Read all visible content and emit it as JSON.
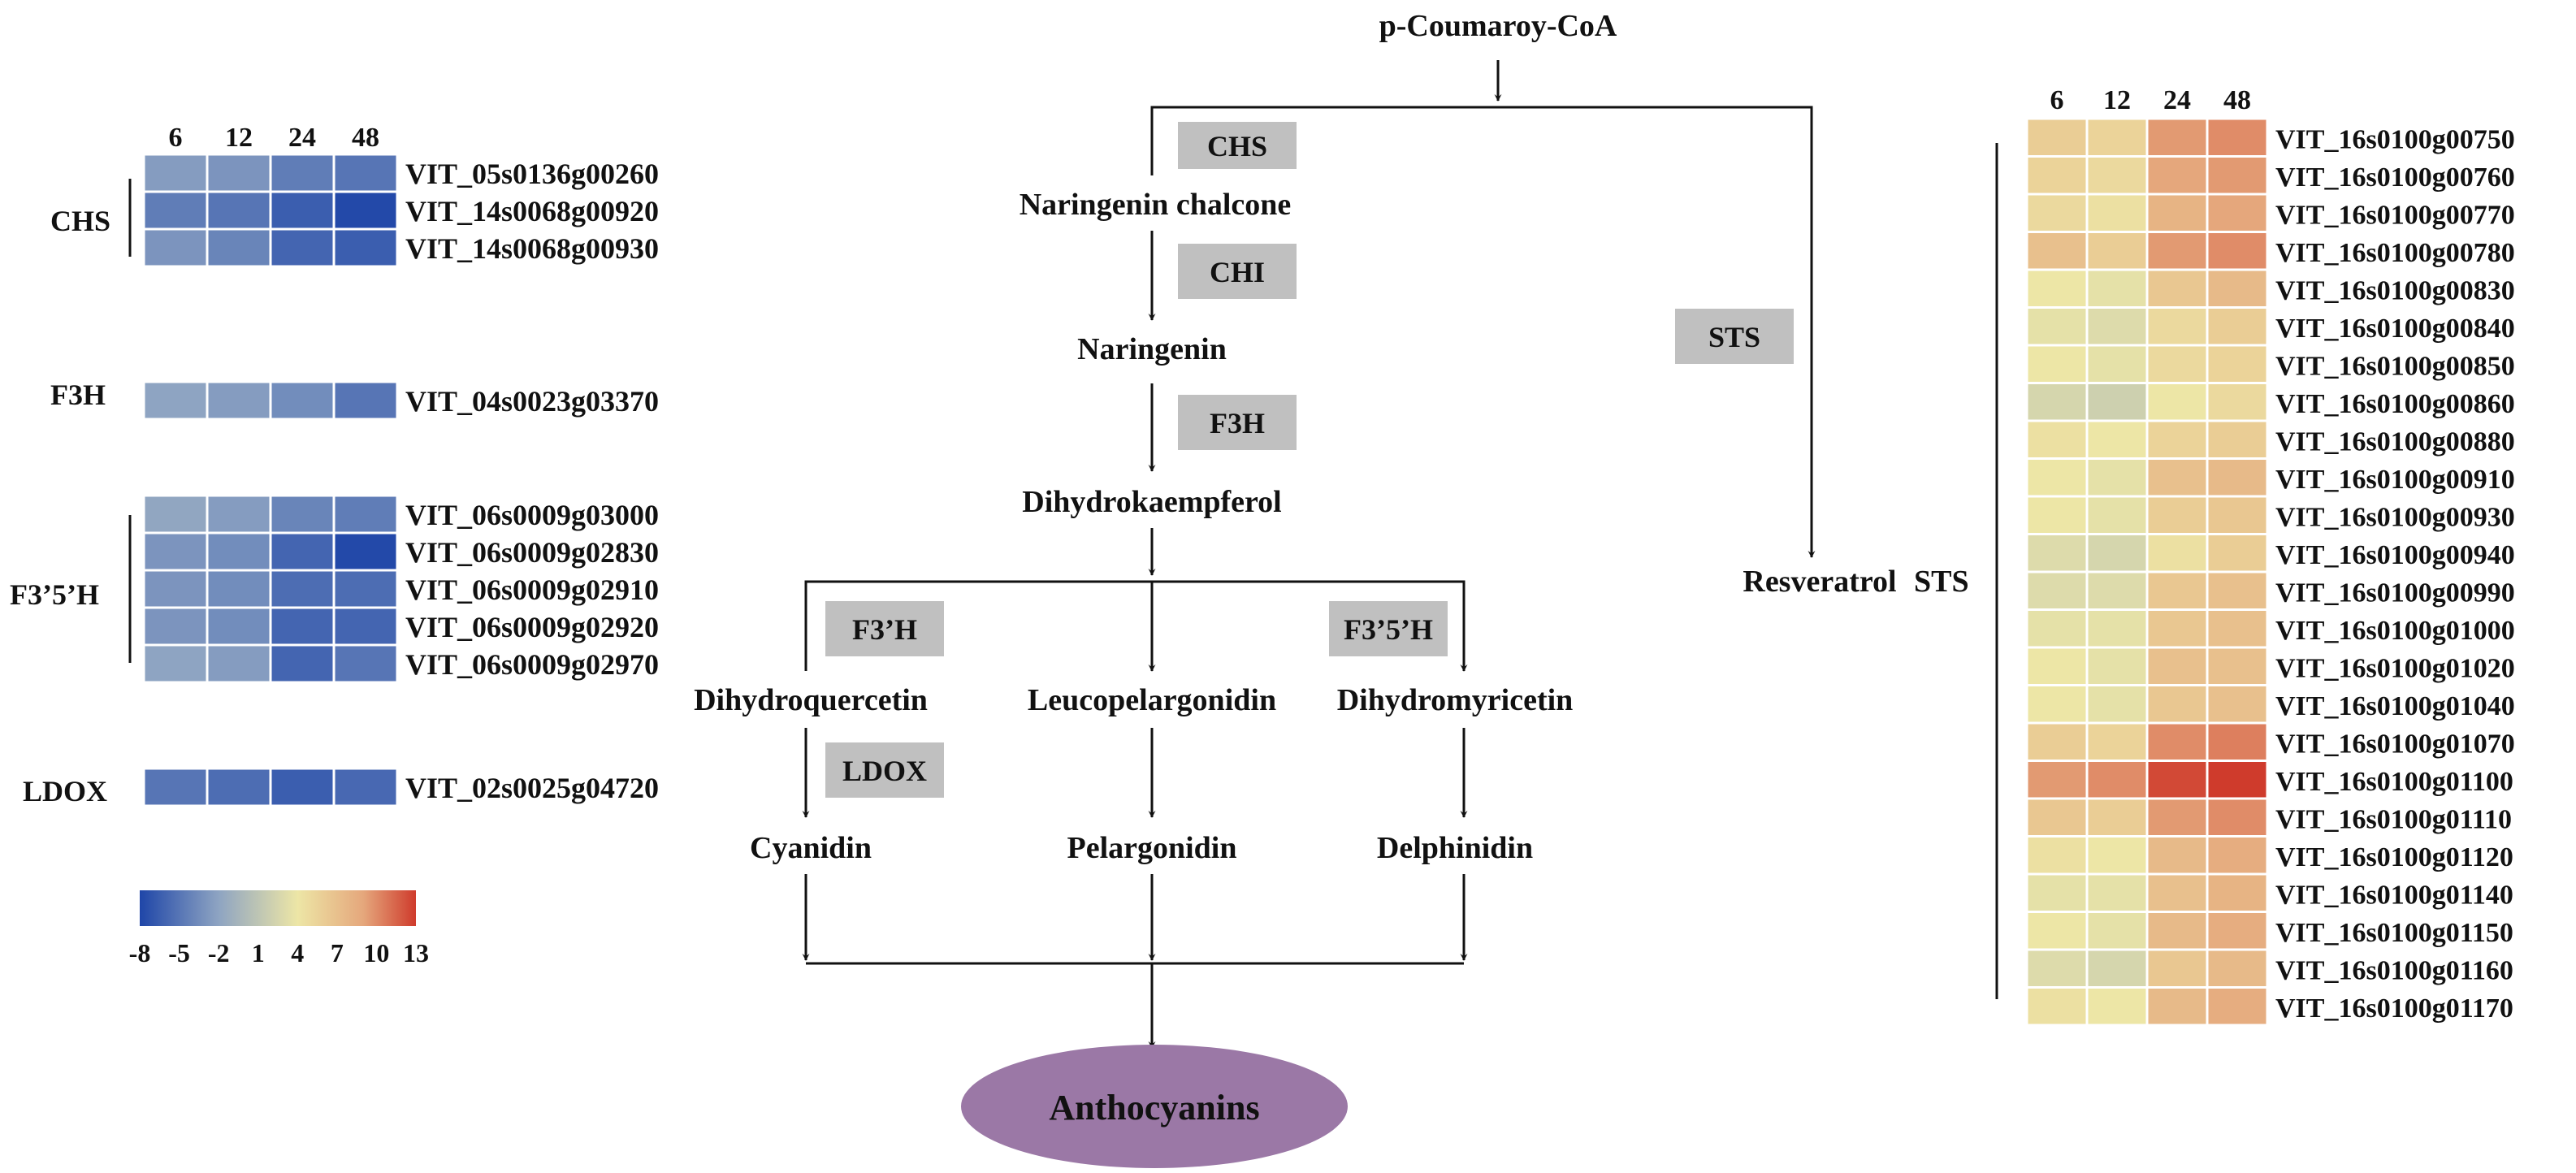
{
  "colors": {
    "line": "#111111",
    "enzyme_box": "#c0c0c0",
    "anthocyanin_ellipse": "#9b78a6",
    "cell_border": "#ffffff"
  },
  "color_scale": {
    "ticks": [
      "-8",
      "-5",
      "-2",
      "1",
      "4",
      "7",
      "10",
      "13"
    ],
    "min": -8,
    "max": 13,
    "stops": [
      {
        "v": -8,
        "c": "#1f46a8"
      },
      {
        "v": -2,
        "c": "#8ea4c2"
      },
      {
        "v": 4,
        "c": "#ede6a6"
      },
      {
        "v": 9,
        "c": "#e5a77c"
      },
      {
        "v": 13,
        "c": "#cf3b2c"
      }
    ]
  },
  "left_heatmap": {
    "columns": [
      "6",
      "12",
      "24",
      "48"
    ],
    "groups": [
      {
        "name": "CHS",
        "rows": [
          {
            "gene": "VIT_05s0136g00260",
            "values": [
              -2.5,
              -3,
              -4.5,
              -5
            ]
          },
          {
            "gene": "VIT_14s0068g00920",
            "values": [
              -4.5,
              -5,
              -6.5,
              -7.8
            ]
          },
          {
            "gene": "VIT_14s0068g00930",
            "values": [
              -3,
              -4,
              -6,
              -6.5
            ]
          }
        ]
      },
      {
        "name": "F3H",
        "rows": [
          {
            "gene": "VIT_04s0023g03370",
            "values": [
              -2,
              -2.5,
              -3.5,
              -5
            ]
          }
        ]
      },
      {
        "name": "F3’5’H",
        "rows": [
          {
            "gene": "VIT_06s0009g03000",
            "values": [
              -1.8,
              -2.5,
              -4,
              -4.5
            ]
          },
          {
            "gene": "VIT_06s0009g02830",
            "values": [
              -3,
              -3.5,
              -6,
              -7.8
            ]
          },
          {
            "gene": "VIT_06s0009g02910",
            "values": [
              -3,
              -3.5,
              -5.5,
              -5.5
            ]
          },
          {
            "gene": "VIT_06s0009g02920",
            "values": [
              -3,
              -3.5,
              -6,
              -6
            ]
          },
          {
            "gene": "VIT_06s0009g02970",
            "values": [
              -2,
              -2.5,
              -6,
              -5
            ]
          }
        ]
      },
      {
        "name": "LDOX",
        "rows": [
          {
            "gene": "VIT_02s0025g04720",
            "values": [
              -5,
              -5.5,
              -6.5,
              -5.8
            ]
          }
        ]
      }
    ]
  },
  "right_heatmap": {
    "group": "STS",
    "columns": [
      "6",
      "12",
      "24",
      "48"
    ],
    "rows": [
      {
        "gene": "VIT_16s0100g00750",
        "values": [
          6,
          5.5,
          9.5,
          10
        ]
      },
      {
        "gene": "VIT_16s0100g00760",
        "values": [
          5.5,
          5,
          9,
          9.5
        ]
      },
      {
        "gene": "VIT_16s0100g00770",
        "values": [
          5,
          4.5,
          8,
          9
        ]
      },
      {
        "gene": "VIT_16s0100g00780",
        "values": [
          7,
          6,
          9.5,
          10
        ]
      },
      {
        "gene": "VIT_16s0100g00830",
        "values": [
          4,
          3.5,
          6.5,
          7.5
        ]
      },
      {
        "gene": "VIT_16s0100g00840",
        "values": [
          3.5,
          3,
          5,
          6
        ]
      },
      {
        "gene": "VIT_16s0100g00850",
        "values": [
          4,
          3.5,
          5,
          5.5
        ]
      },
      {
        "gene": "VIT_16s0100g00860",
        "values": [
          2.5,
          2,
          4,
          5
        ]
      },
      {
        "gene": "VIT_16s0100g00880",
        "values": [
          4.5,
          4,
          5.5,
          6
        ]
      },
      {
        "gene": "VIT_16s0100g00910",
        "values": [
          4,
          3.5,
          7,
          7.5
        ]
      },
      {
        "gene": "VIT_16s0100g00930",
        "values": [
          4,
          3.5,
          6,
          6.5
        ]
      },
      {
        "gene": "VIT_16s0100g00940",
        "values": [
          3,
          2.5,
          4.5,
          6
        ]
      },
      {
        "gene": "VIT_16s0100g00990",
        "values": [
          3,
          3,
          6.5,
          7
        ]
      },
      {
        "gene": "VIT_16s0100g01000",
        "values": [
          3.5,
          3.5,
          6.5,
          7
        ]
      },
      {
        "gene": "VIT_16s0100g01020",
        "values": [
          4,
          3.5,
          7,
          7
        ]
      },
      {
        "gene": "VIT_16s0100g01040",
        "values": [
          4,
          3.5,
          6.5,
          7
        ]
      },
      {
        "gene": "VIT_16s0100g01070",
        "values": [
          6,
          5.5,
          10,
          10.5
        ]
      },
      {
        "gene": "VIT_16s0100g01100",
        "values": [
          9.5,
          10,
          12.5,
          13
        ]
      },
      {
        "gene": "VIT_16s0100g01110",
        "values": [
          6.5,
          6,
          9.5,
          10
        ]
      },
      {
        "gene": "VIT_16s0100g01120",
        "values": [
          4.5,
          4,
          7.5,
          8.5
        ]
      },
      {
        "gene": "VIT_16s0100g01140",
        "values": [
          3.5,
          3.5,
          7,
          8
        ]
      },
      {
        "gene": "VIT_16s0100g01150",
        "values": [
          4,
          3.5,
          7.5,
          8.5
        ]
      },
      {
        "gene": "VIT_16s0100g01160",
        "values": [
          3,
          2.5,
          6.5,
          7.5
        ]
      },
      {
        "gene": "VIT_16s0100g01170",
        "values": [
          4.5,
          4,
          7.5,
          8.5
        ]
      }
    ]
  },
  "pathway": {
    "start": "p-Coumaroy-CoA",
    "metabolites": {
      "naringenin_chalcone": "Naringenin chalcone",
      "naringenin": "Naringenin",
      "dihydrokaempferol": "Dihydrokaempferol",
      "dihydroquercetin": "Dihydroquercetin",
      "leucopelargonidin": "Leucopelargonidin",
      "dihydromyricetin": "Dihydromyricetin",
      "cyanidin": "Cyanidin",
      "pelargonidin": "Pelargonidin",
      "delphinidin": "Delphinidin",
      "resveratrol": "Resveratrol"
    },
    "enzymes": {
      "chs": "CHS",
      "chi": "CHI",
      "f3h": "F3H",
      "f3ph": "F3’H",
      "f35h": "F3’5’H",
      "ldox": "LDOX",
      "sts": "STS"
    },
    "end_product": "Anthocyanins"
  }
}
